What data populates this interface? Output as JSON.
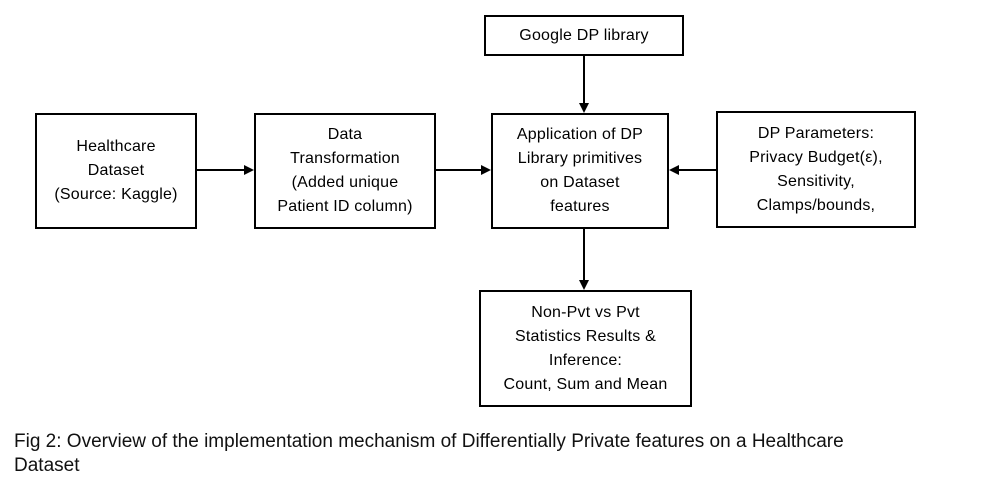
{
  "diagram": {
    "nodes": {
      "google": {
        "lines": [
          "Google DP library"
        ]
      },
      "healthcare": {
        "lines": [
          "Healthcare",
          "Dataset",
          "(Source: Kaggle)"
        ]
      },
      "transformation": {
        "lines": [
          "Data",
          "Transformation",
          "(Added unique",
          "Patient ID column)"
        ]
      },
      "application": {
        "lines": [
          "Application of DP",
          "Library primitives",
          "on Dataset",
          "features"
        ]
      },
      "parameters": {
        "lines": [
          "DP Parameters:",
          "Privacy Budget(ε),",
          "Sensitivity,",
          "Clamps/bounds,"
        ]
      },
      "results": {
        "lines": [
          "Non-Pvt vs Pvt",
          "Statistics Results &",
          "Inference:",
          "Count, Sum and Mean"
        ]
      }
    },
    "edges": [
      {
        "from": "healthcare",
        "to": "transformation"
      },
      {
        "from": "transformation",
        "to": "application"
      },
      {
        "from": "google",
        "to": "application"
      },
      {
        "from": "parameters",
        "to": "application"
      },
      {
        "from": "application",
        "to": "results"
      }
    ],
    "colors": {
      "stroke": "#000000",
      "background": "#ffffff"
    }
  },
  "caption": {
    "line1": "Fig 2: Overview of the implementation mechanism of Differentially Private features on a Healthcare",
    "line2": "Dataset"
  }
}
